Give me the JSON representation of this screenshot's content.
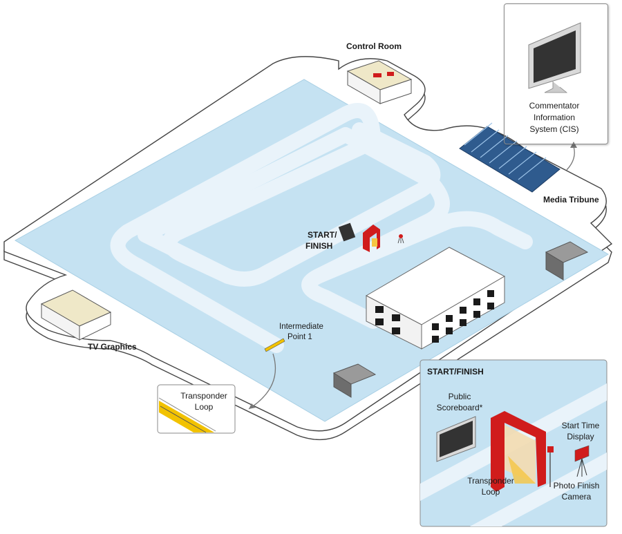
{
  "labels": {
    "control_room": "Control Room",
    "media_tribune": "Media Tribune",
    "tv_graphics": "TV Graphics",
    "start_finish_line1": "START/",
    "start_finish_line2": "FINISH",
    "intermediate_line1": "Intermediate",
    "intermediate_line2": "Point 1"
  },
  "cis_panel": {
    "line1": "Commentator",
    "line2": "Information",
    "line3": "System (CIS)"
  },
  "transponder_panel": {
    "line1": "Transponder",
    "line2": "Loop"
  },
  "start_finish_panel": {
    "title": "START/FINISH",
    "scoreboard_line1": "Public",
    "scoreboard_line2": "Scoreboard*",
    "start_time_line1": "Start Time",
    "start_time_line2": "Display",
    "transponder_line1": "Transponder",
    "transponder_line2": "Loop",
    "camera_line1": "Photo Finish",
    "camera_line2": "Camera"
  },
  "colors": {
    "ice": "#c5e2f2",
    "track": "#e9f3fa",
    "outline": "#444444",
    "gate_red": "#d01c1c",
    "loop_yellow": "#f2c200"
  },
  "icons": [
    "monitor-icon",
    "scoreboard-icon",
    "camera-icon",
    "timing-gate-icon",
    "building-icon",
    "tunnel-icon"
  ]
}
